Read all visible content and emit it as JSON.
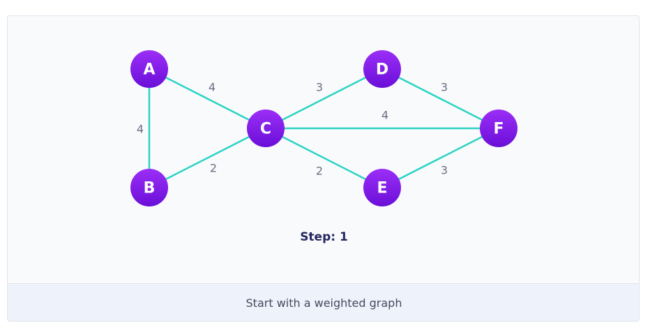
{
  "diagram": {
    "nodes": [
      {
        "id": "A",
        "label": "A"
      },
      {
        "id": "B",
        "label": "B"
      },
      {
        "id": "C",
        "label": "C"
      },
      {
        "id": "D",
        "label": "D"
      },
      {
        "id": "E",
        "label": "E"
      },
      {
        "id": "F",
        "label": "F"
      }
    ],
    "edges": [
      {
        "from": "A",
        "to": "B",
        "weight": "4"
      },
      {
        "from": "A",
        "to": "C",
        "weight": "4"
      },
      {
        "from": "B",
        "to": "C",
        "weight": "2"
      },
      {
        "from": "C",
        "to": "D",
        "weight": "3"
      },
      {
        "from": "C",
        "to": "E",
        "weight": "2"
      },
      {
        "from": "C",
        "to": "F",
        "weight": "4"
      },
      {
        "from": "D",
        "to": "F",
        "weight": "3"
      },
      {
        "from": "E",
        "to": "F",
        "weight": "3"
      }
    ],
    "colors": {
      "edge": "#2ad4c2",
      "node_top": "#9b2ef7",
      "node_bottom": "#6a0fd8",
      "weight_text": "#6b6d85"
    }
  },
  "step_text": "Step: 1",
  "caption": "Start with a weighted graph"
}
